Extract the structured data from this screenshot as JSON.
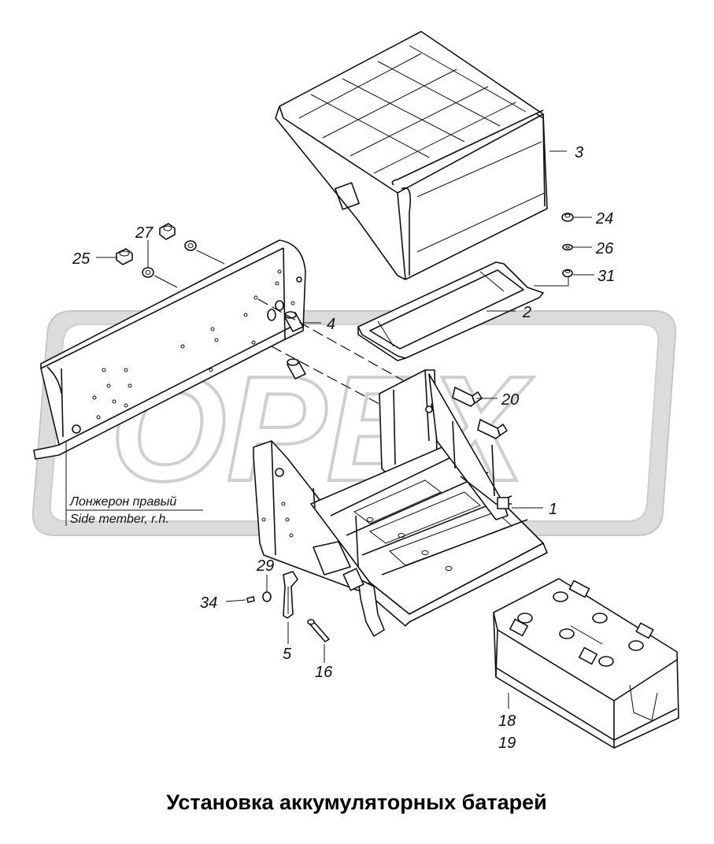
{
  "title": "Установка аккумуляторных батарей",
  "watermark": "OPEX",
  "note_ru": "Лонжерон правый",
  "note_en": "Side member, r.h.",
  "callouts": {
    "c1": "1",
    "c2": "2",
    "c3": "3",
    "c4": "4",
    "c5": "5",
    "c16": "16",
    "c18": "18",
    "c19": "19",
    "c20": "20",
    "c24": "24",
    "c25": "25",
    "c26": "26",
    "c27": "27",
    "c29": "29",
    "c31": "31",
    "c34": "34"
  }
}
